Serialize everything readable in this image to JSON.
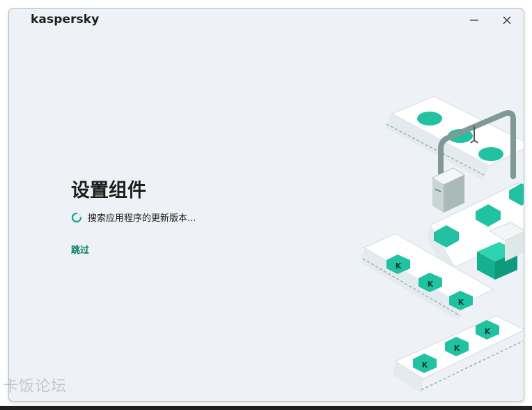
{
  "window": {
    "brand": "kaspersky",
    "minimize_icon": "minimize-icon",
    "close_icon": "close-icon"
  },
  "main": {
    "title": "设置组件",
    "status_text": "搜索应用程序的更新版本...",
    "status_icon": "loading-spinner-icon",
    "skip_label": "跳过"
  },
  "watermark": "卡饭论坛",
  "colors": {
    "accent": "#00a88e",
    "link": "#00806a",
    "background": "#eef1f6"
  }
}
